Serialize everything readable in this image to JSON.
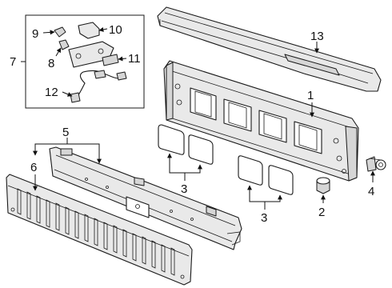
{
  "diagram": {
    "callouts": {
      "c1": "1",
      "c2": "2",
      "c3a": "3",
      "c3b": "3",
      "c4": "4",
      "c5": "5",
      "c6": "6",
      "c7": "7",
      "c8": "8",
      "c9": "9",
      "c10": "10",
      "c11": "11",
      "c12": "12",
      "c13": "13"
    }
  }
}
